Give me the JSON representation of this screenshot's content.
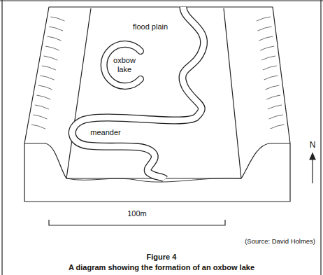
{
  "diagram": {
    "title": "Figure 4",
    "caption": "A diagram showing the formation of an oxbow lake",
    "labels": [
      "flood plain",
      "oxbow lake",
      "meander",
      "N",
      "100m",
      "(Source: David Holmes)"
    ]
  }
}
